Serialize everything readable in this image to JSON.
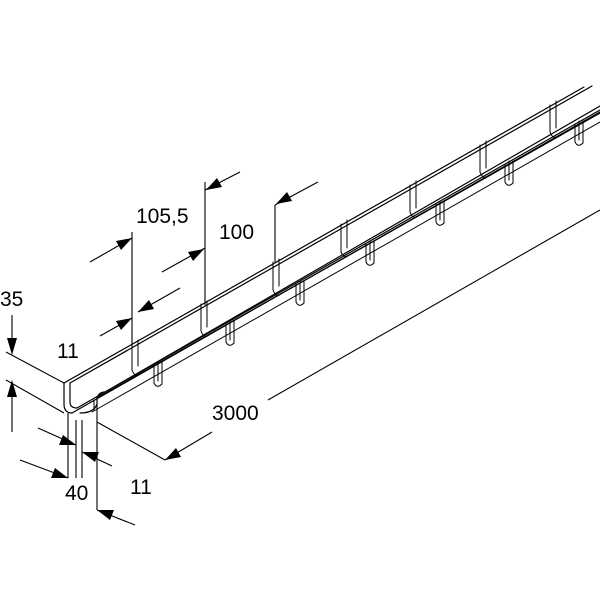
{
  "dimensions": {
    "height": "35",
    "wire_upper": "11",
    "mesh_pitch_outer": "105,5",
    "mesh_pitch": "100",
    "length": "3000",
    "width": "40",
    "wire_lower": "11"
  },
  "colors": {
    "line": "#000000",
    "background": "#ffffff"
  }
}
